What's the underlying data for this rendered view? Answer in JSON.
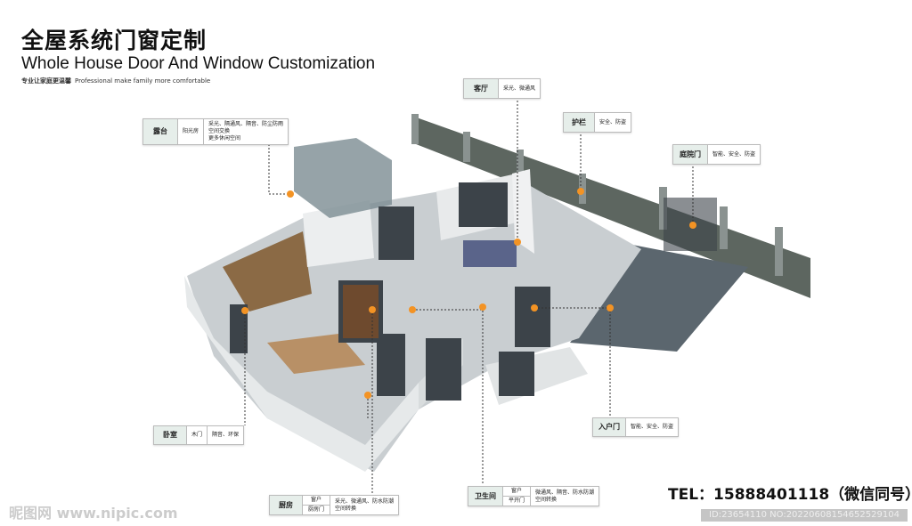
{
  "header": {
    "title_cn": "全屋系统门窗定制",
    "title_en": "Whole House Door And Window Customization",
    "subtitle_cn": "专业让家庭更温馨",
    "subtitle_en": "Professional make family more comfortable"
  },
  "labels": {
    "terrace": {
      "name": "露台",
      "type": "阳光房",
      "features": [
        "采光、隔通风、隔音、防尘防雨",
        "空间交换",
        "更多休闲空间"
      ]
    },
    "living": {
      "name": "客厅",
      "features": "采光、微通风"
    },
    "railing": {
      "name": "护栏",
      "features": "安全、防盗"
    },
    "yard_gate": {
      "name": "庭院门",
      "features": "智能、安全、防盗"
    },
    "bedroom": {
      "name": "卧室",
      "type": "木门",
      "features": "隔音、环保"
    },
    "entry": {
      "name": "入户门",
      "features": "智能、安全、防盗"
    },
    "kitchen": {
      "name": "厨房",
      "types": [
        "窗户",
        "厨房门"
      ],
      "features": [
        "采光、微通风、防水防潮",
        "空间转换"
      ]
    },
    "bathroom": {
      "name": "卫生间",
      "types": [
        "窗户",
        "平开门"
      ],
      "features": [
        "微通风、隔音、防水防潮",
        "空间转换"
      ]
    }
  },
  "contact": {
    "tel": "TEL：15888401118（微信同号）"
  },
  "watermark": {
    "site": "昵图网 www.nipic.com",
    "id": "ID:23654110 NO:20220608154652529104"
  },
  "colors": {
    "accent": "#f39324",
    "label_bg": "#e6eeea"
  }
}
